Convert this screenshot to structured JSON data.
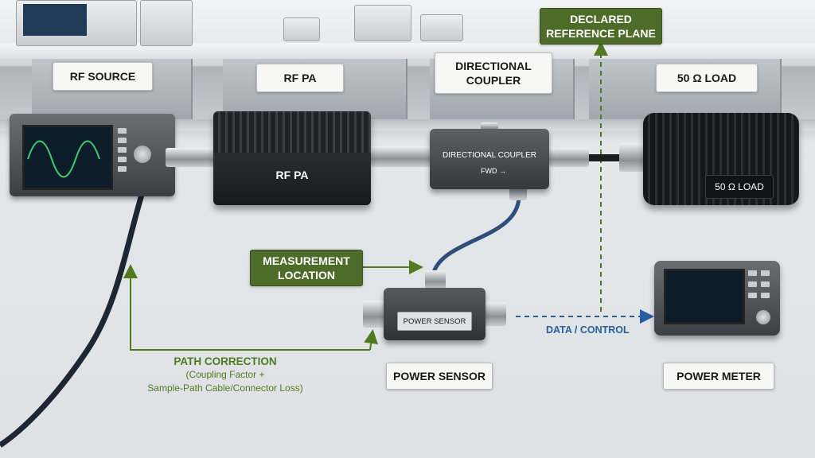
{
  "labels": {
    "rf_source": "RF SOURCE",
    "rf_pa": "RF PA",
    "directional_coupler_line1": "DIRECTIONAL",
    "directional_coupler_line2": "COUPLER",
    "load_50_ohm": "50 Ω LOAD",
    "reference_plane_line1": "DECLARED",
    "reference_plane_line2": "REFERENCE PLANE",
    "measurement_location_line1": "MEASUREMENT",
    "measurement_location_line2": "LOCATION",
    "power_sensor": "POWER SENSOR",
    "power_meter": "POWER METER",
    "data_control": "DATA / CONTROL",
    "path_correction_title": "PATH CORRECTION",
    "path_correction_line1": "(Coupling Factor +",
    "path_correction_line2": "Sample-Path Cable/Connector Loss)"
  },
  "devices": {
    "pa_body_text": "RF PA",
    "coupler_body_text": "DIRECTIONAL COUPLER",
    "coupler_fwd_text": "FWD →",
    "load_plate_text": "50 Ω LOAD",
    "sensor_plate_text": "POWER SENSOR"
  },
  "colors": {
    "callout_green": "#4f6b2a",
    "annotation_green": "#4f7a1f",
    "data_link_blue": "#2b5c9e",
    "label_background": "#f7f7f6",
    "cable_blue": "#2f4f7a",
    "cable_dark": "#1c2733"
  },
  "icons": {
    "reference_plane_line": "dashed-vertical-line",
    "data_link": "dashed-arrow-line",
    "callout_arrows": "solid-arrow"
  }
}
